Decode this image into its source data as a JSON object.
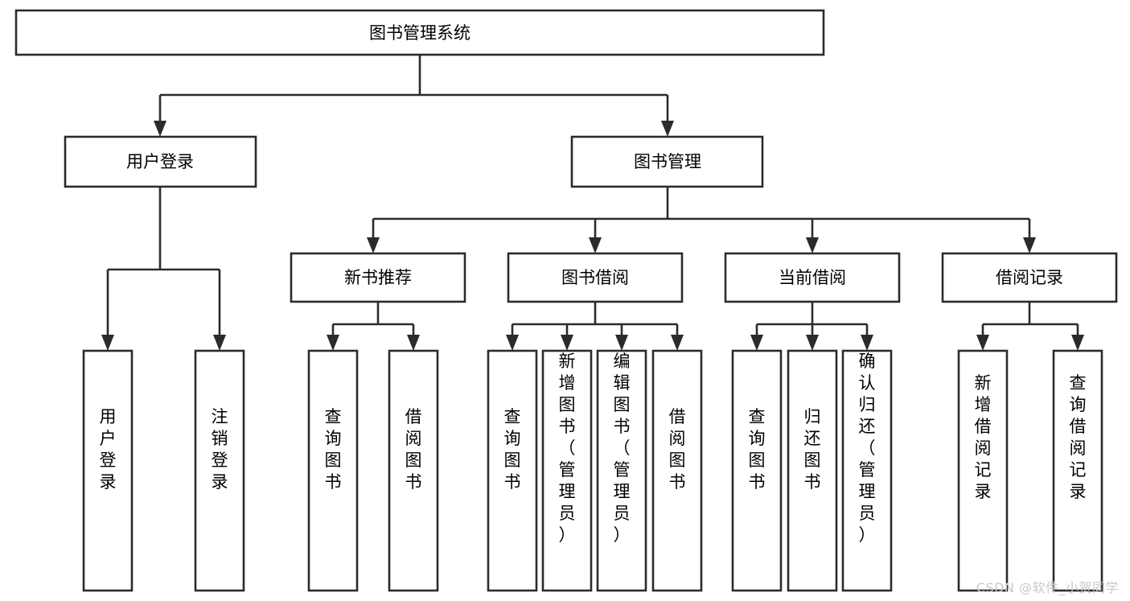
{
  "diagram": {
    "title": "图书管理系统",
    "type": "tree-hierarchy",
    "watermark": "CSDN @软件_小贺同学",
    "colors": {
      "stroke": "#2b2b2b",
      "fill": "#ffffff",
      "text": "#000000",
      "watermark": "#c9c9c9"
    },
    "root": {
      "label": "图书管理系统"
    },
    "level2": [
      {
        "label": "用户登录"
      },
      {
        "label": "图书管理"
      }
    ],
    "level3": [
      {
        "label": "新书推荐"
      },
      {
        "label": "图书借阅"
      },
      {
        "label": "当前借阅"
      },
      {
        "label": "借阅记录"
      }
    ],
    "leaves": {
      "user_login": [
        {
          "label": "用户登录"
        },
        {
          "label": "注销登录"
        }
      ],
      "new_book_recommend": [
        {
          "label": "查询图书"
        },
        {
          "label": "借阅图书"
        }
      ],
      "book_borrow": [
        {
          "label": "查询图书"
        },
        {
          "label": "新增图书（管理员）"
        },
        {
          "label": "编辑图书（管理员）"
        },
        {
          "label": "借阅图书"
        }
      ],
      "current_borrow": [
        {
          "label": "查询图书"
        },
        {
          "label": "归还图书"
        },
        {
          "label": "确认归还（管理员）"
        }
      ],
      "borrow_record": [
        {
          "label": "新增借阅记录"
        },
        {
          "label": "查询借阅记录"
        }
      ]
    }
  }
}
